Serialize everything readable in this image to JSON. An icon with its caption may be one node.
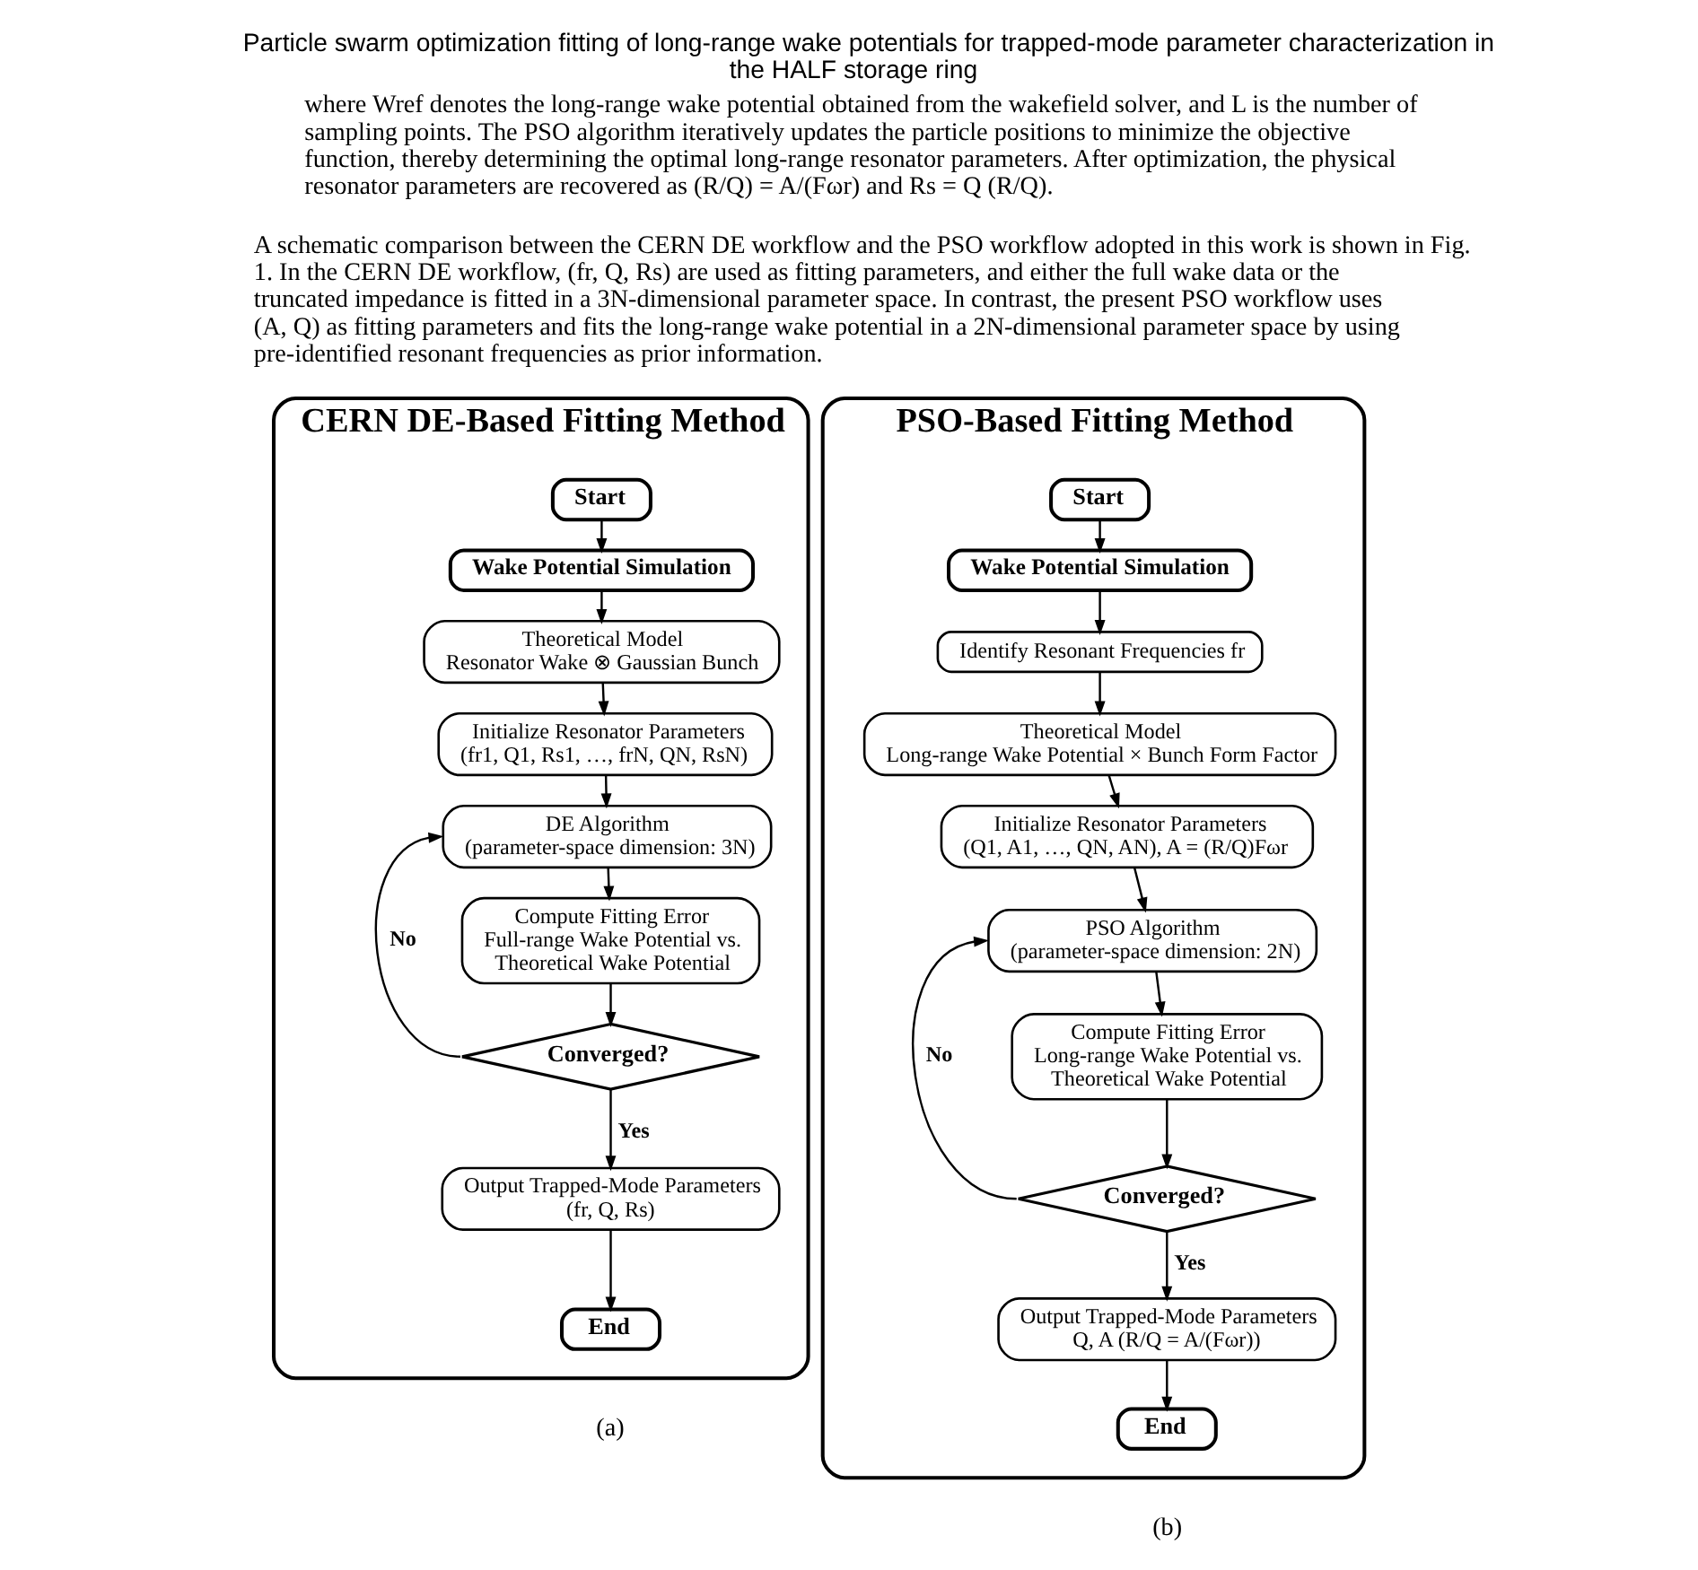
{
  "diagram": {
    "title": "Particle swarm optimization fitting of long-range wake potentials for trapped-mode parameter characterization in the HALF storage ring",
    "nodes": [
      {
        "text": [
          "CERN DE-Based Fitting Method"
        ],
        "beside": [
          "(a)"
        ]
      },
      {
        "text": [
          "Start"
        ],
        "in": 0
      },
      {
        "text": [
          "Wake Potential Simulation"
        ],
        "in": 0
      },
      {
        "text": [
          "Theoretical Model",
          "Resonator Wake ⊗ Gaussian Bunch"
        ],
        "in": 0
      },
      {
        "text": [
          "Initialize Resonator Parameters",
          "(fr1, Q1, Rs1, …, frN, QN, RsN)"
        ],
        "in": 0
      },
      {
        "text": [
          "DE Algorithm",
          "(parameter-space dimension: 3N)"
        ],
        "in": 0
      },
      {
        "text": [
          "Compute Fitting Error",
          "Full-range Wake Potential vs. Theoretical Wake Potential"
        ],
        "in": 0
      },
      {
        "text": [
          "Converged?"
        ],
        "in": 0
      },
      {
        "text": [
          "Output Trapped-Mode Parameters",
          "(fr, Q, Rs)"
        ],
        "in": 0
      },
      {
        "text": [
          "End"
        ],
        "in": 0
      },
      {
        "text": [
          "PSO-Based Fitting Method"
        ],
        "beside": [
          "(b)"
        ]
      },
      {
        "text": [
          "Start"
        ],
        "in": 10
      },
      {
        "text": [
          "Wake Potential Simulation"
        ],
        "in": 10
      },
      {
        "text": [
          "Identify Resonant Frequencies fr"
        ],
        "in": 10
      },
      {
        "text": [
          "Theoretical Model",
          "Long-range Wake Potential × Bunch Form Factor"
        ],
        "in": 10
      },
      {
        "text": [
          "Initialize Resonator Parameters",
          "(Q1, A1, …, QN, AN), A = (R/Q)Fωr"
        ],
        "in": 10
      },
      {
        "text": [
          "PSO Algorithm",
          "(parameter-space dimension: 2N)"
        ],
        "in": 10
      },
      {
        "text": [
          "Compute Fitting Error",
          "Long-range Wake Potential vs. Theoretical Wake Potential"
        ],
        "in": 10
      },
      {
        "text": [
          "Converged?"
        ],
        "in": 10
      },
      {
        "text": [
          "Output Trapped-Mode Parameters",
          "Q, A (R/Q = A/(Fωr))"
        ],
        "in": 10
      },
      {
        "text": [
          "End"
        ],
        "in": 10
      }
    ],
    "edges": [
      {
        "from": 1,
        "to": 2,
        "arrow": "to"
      },
      {
        "from": 2,
        "to": 3,
        "arrow": "to"
      },
      {
        "from": 3,
        "to": 4,
        "arrow": "to"
      },
      {
        "from": 4,
        "to": 5,
        "arrow": "to"
      },
      {
        "from": 5,
        "to": 6,
        "arrow": "to"
      },
      {
        "from": 6,
        "to": 7,
        "arrow": "to"
      },
      {
        "from": 7,
        "to": 8,
        "arrow": "to",
        "label": "Yes"
      },
      {
        "from": 7,
        "to": 5,
        "arrow": "to",
        "label": "No"
      },
      {
        "from": 8,
        "to": 9,
        "arrow": "to"
      },
      {
        "from": 11,
        "to": 12,
        "arrow": "to"
      },
      {
        "from": 12,
        "to": 13,
        "arrow": "to"
      },
      {
        "from": 13,
        "to": 14,
        "arrow": "to"
      },
      {
        "from": 14,
        "to": 15,
        "arrow": "to"
      },
      {
        "from": 15,
        "to": 16,
        "arrow": "to"
      },
      {
        "from": 16,
        "to": 17,
        "arrow": "to"
      },
      {
        "from": 17,
        "to": 18,
        "arrow": "to"
      },
      {
        "from": 18,
        "to": 19,
        "arrow": "to",
        "label": "Yes"
      },
      {
        "from": 18,
        "to": 16,
        "arrow": "to",
        "label": "No"
      },
      {
        "from": 19,
        "to": 20,
        "arrow": "to"
      }
    ],
    "labels": [
      "where Wref denotes the long-range wake potential obtained from the wakefield solver, and L is the number of sampling points. The PSO algorithm iteratively updates the particle positions to minimize the objective function, thereby determining the optimal long-range resonator parameters. After optimization, the physical resonator parameters are recovered as (R/Q) = A/(Fωr) and Rs = Q (R/Q).",
      "A schematic comparison between the CERN DE workflow and the PSO workflow adopted in this work is shown in Fig. 1. In the CERN DE workflow, (fr, Q, Rs) are used as fitting parameters, and either the full wake data or the truncated impedance is fitted in a 3N-dimensional parameter space. In contrast, the present PSO workflow uses (A, Q) as fitting parameters and fits the long-range wake potential in a 2N-dimensional parameter space by using pre-identified resonant frequencies as prior information."
    ]
  }
}
